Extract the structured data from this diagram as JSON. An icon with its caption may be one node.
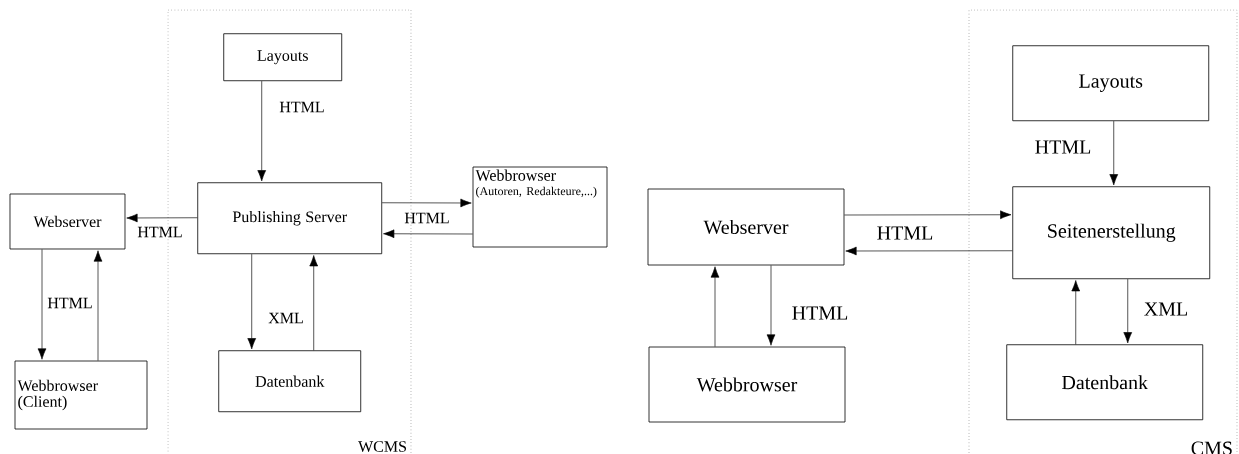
{
  "diagram": {
    "nodes": [
      {
        "text": [
          "WCMS"
        ]
      },
      {
        "text": [
          "Layouts"
        ],
        "in": 0
      },
      {
        "text": [
          "Publishing Server"
        ],
        "in": 0
      },
      {
        "text": [
          "Datenbank"
        ],
        "in": 0
      },
      {
        "text": [
          "Webserver"
        ]
      },
      {
        "text": [
          "Webbrowser (Client)"
        ]
      },
      {
        "text": [
          "Webbrowser",
          "(Autoren, Redakteure,...)"
        ]
      },
      {
        "text": [
          "CMS"
        ]
      },
      {
        "text": [
          "Layouts"
        ],
        "in": 7
      },
      {
        "text": [
          "Seitenerstellung"
        ],
        "in": 7
      },
      {
        "text": [
          "Datenbank"
        ],
        "in": 7
      },
      {
        "text": [
          "Webserver"
        ]
      },
      {
        "text": [
          "Webbrowser"
        ]
      }
    ],
    "edges": [
      {
        "from": 1,
        "to": 2,
        "arrow": "to",
        "label": "HTML"
      },
      {
        "from": 2,
        "to": 4,
        "arrow": "to",
        "label": "HTML"
      },
      {
        "from": 2,
        "to": 6,
        "arrow": "to",
        "label": "HTML"
      },
      {
        "from": 6,
        "to": 2,
        "arrow": "to"
      },
      {
        "from": 2,
        "to": 3,
        "arrow": "to",
        "label": "XML"
      },
      {
        "from": 3,
        "to": 2,
        "arrow": "to"
      },
      {
        "from": 4,
        "to": 5,
        "arrow": "to",
        "label": "HTML"
      },
      {
        "from": 5,
        "to": 4,
        "arrow": "to"
      },
      {
        "from": 8,
        "to": 9,
        "arrow": "to",
        "label": "HTML"
      },
      {
        "from": 11,
        "to": 9,
        "arrow": "to"
      },
      {
        "from": 9,
        "to": 11,
        "arrow": "to",
        "label": "HTML"
      },
      {
        "from": 11,
        "to": 12,
        "arrow": "to",
        "label": "HTML"
      },
      {
        "from": 12,
        "to": 11,
        "arrow": "to"
      },
      {
        "from": 10,
        "to": 9,
        "arrow": "to"
      },
      {
        "from": 9,
        "to": 10,
        "arrow": "to",
        "label": "XML"
      }
    ]
  }
}
